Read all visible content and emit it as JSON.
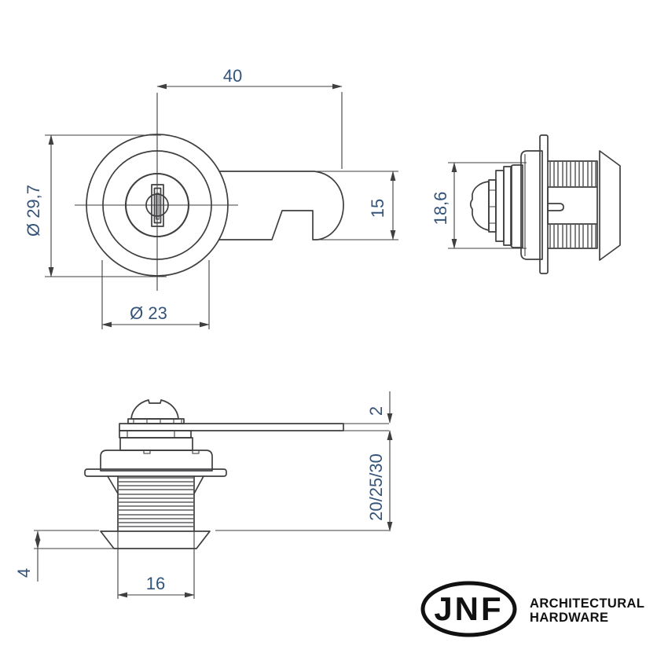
{
  "views": {
    "front": {
      "dim_arm_length": "40",
      "dim_cam_height": "15",
      "dim_body_diameter": "Ø 29,7",
      "dim_cylinder_diameter": "Ø 23"
    },
    "side": {
      "dim_body_height": "18,6"
    },
    "section": {
      "dim_cam_thickness": "2",
      "dim_grip_lengths": "20/25/30",
      "dim_nut_height": "4",
      "dim_thread_diameter": "16"
    }
  },
  "logo": {
    "brand": "JNF",
    "tagline_line1": "ARCHITECTURAL",
    "tagline_line2": "HARDWARE"
  },
  "colors": {
    "line": "#3f3f41",
    "dimension_text": "#35547a",
    "logo": "#111111",
    "background": "#ffffff"
  }
}
